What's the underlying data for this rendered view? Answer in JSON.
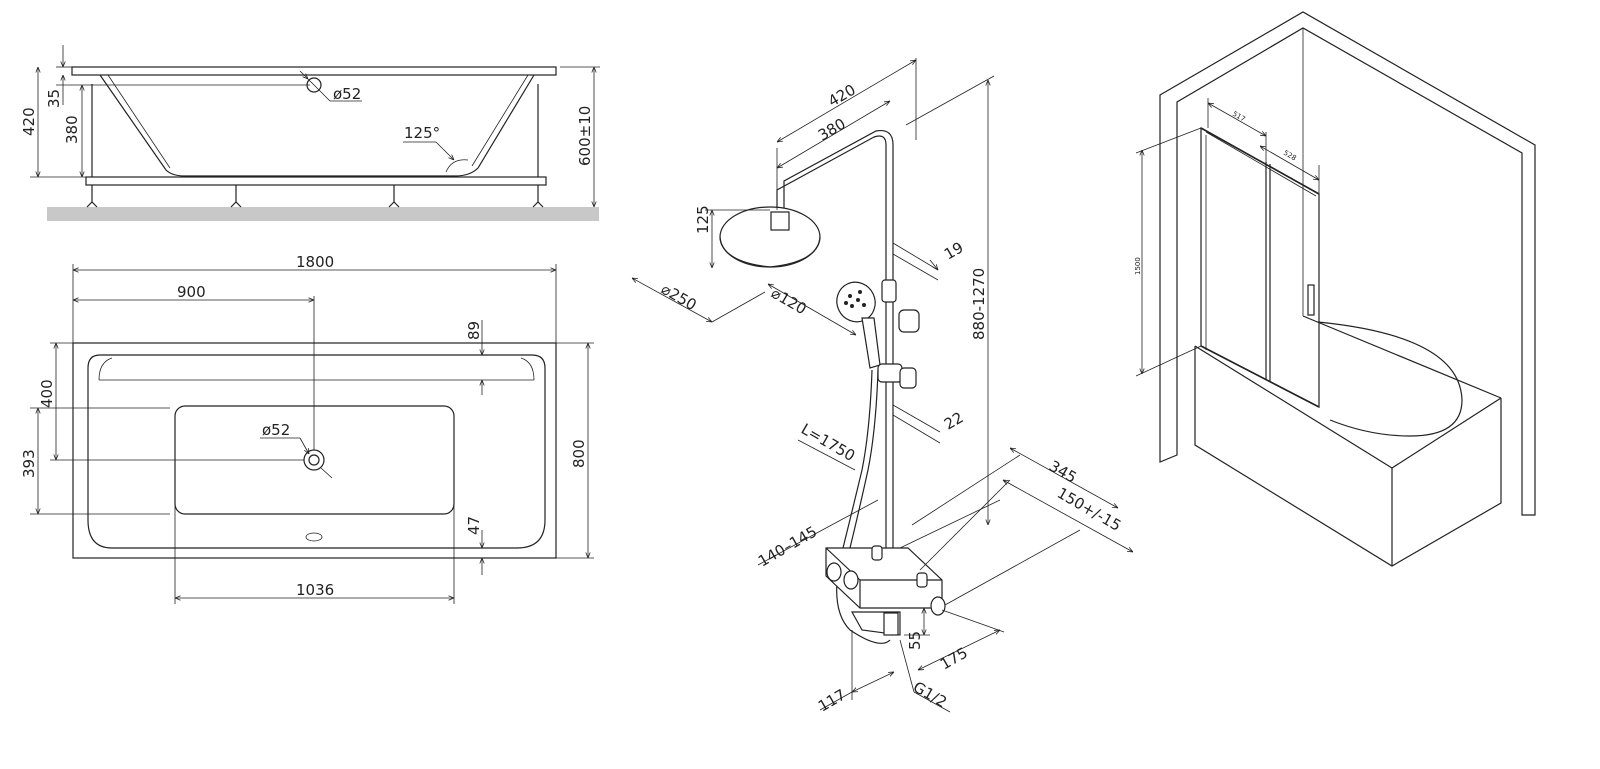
{
  "side_view": {
    "rim_height": "35",
    "total_height": "420",
    "inner_depth": "380",
    "overall_height": "600±10",
    "drain": "ø52",
    "angle": "125°"
  },
  "top_view": {
    "length": "1800",
    "half_length": "900",
    "width": "800",
    "rim_offset": "89",
    "to_drain_400": "400",
    "to_drain_393": "393",
    "drain": "ø52",
    "bottom_rim": "47",
    "floor_length": "1036"
  },
  "shower": {
    "reach_outer": "420",
    "reach_inner": "380",
    "head_height": "125",
    "head_diameter": "⌀250",
    "hand_diameter": "⌀120",
    "rail_offset_1": "19",
    "height_range": "880-1270",
    "rail_offset_2": "22",
    "hose_length": "L=1750",
    "mixer_depth": "345",
    "mixer_spacing": "150+/-15",
    "mixer_width": "140–145",
    "spout_height": "55",
    "spout_reach": "175",
    "spout_offset": "117",
    "thread": "G1/2"
  },
  "screen": {
    "top_left_width": "517",
    "top_right_width": "528",
    "height": "1500"
  }
}
